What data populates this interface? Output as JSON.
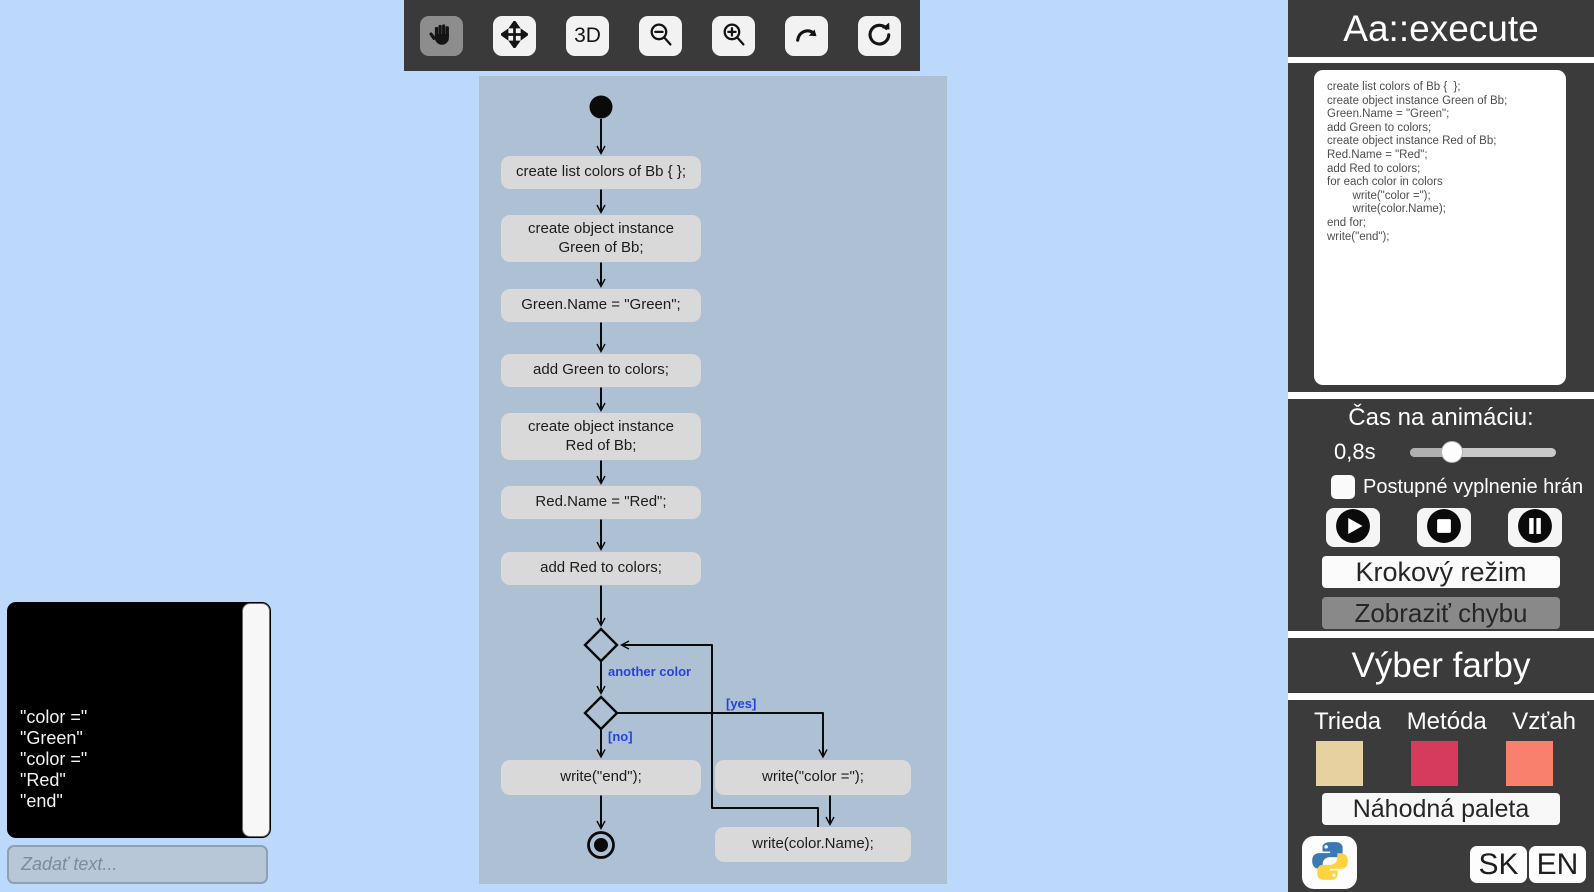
{
  "toolbar": {
    "buttons": [
      {
        "name": "pan",
        "icon": "hand-icon",
        "active": true
      },
      {
        "name": "move",
        "icon": "move-icon",
        "active": false
      },
      {
        "name": "view-3d",
        "label": "3D",
        "active": false
      },
      {
        "name": "zoom-out",
        "icon": "zoom-out-icon",
        "active": false
      },
      {
        "name": "zoom-in",
        "icon": "zoom-in-icon",
        "active": false
      },
      {
        "name": "redo",
        "icon": "redo-arrow-icon",
        "active": false
      },
      {
        "name": "reset",
        "icon": "refresh-icon",
        "active": false
      }
    ]
  },
  "diagram": {
    "nodes": {
      "create_list": "create list colors of Bb {  };",
      "create_green": "create object instance\nGreen of Bb;",
      "green_name": "Green.Name = \"Green\";",
      "add_green": "add Green to colors;",
      "create_red": "create object instance\nRed of Bb;",
      "red_name": "Red.Name = \"Red\";",
      "add_red": "add Red to colors;",
      "write_end": "write(\"end\");",
      "write_color": "write(\"color =\");",
      "write_name": "write(color.Name);"
    },
    "edge_labels": {
      "loop": "another color",
      "yes": "[yes]",
      "no": "[no]"
    },
    "edge_label_color": "#2742db"
  },
  "console": {
    "lines": [
      "\"color =\"",
      "\"Green\"",
      "\"color =\"",
      "\"Red\"",
      "\"end\""
    ],
    "input_placeholder": "Zadať text..."
  },
  "sidebar": {
    "title": "Aa::execute",
    "code": "create list colors of Bb {  };\ncreate object instance Green of Bb;\nGreen.Name = \"Green\";\nadd Green to colors;\ncreate object instance Red of Bb;\nRed.Name = \"Red\";\nadd Red to colors;\nfor each color in colors\n        write(\"color =\");\n        write(color.Name);\nend for;\nwrite(\"end\");",
    "animation": {
      "heading": "Čas na animáciu:",
      "time_value": "0,8s",
      "slider_percent": 29,
      "checkbox_label": "Postupné vyplnenie hrán",
      "checkbox_checked": false,
      "step_mode_button": "Krokový režim",
      "show_error_button": "Zobraziť chybu"
    },
    "color_picker": {
      "heading": "Výber farby",
      "labels": [
        "Trieda",
        "Metóda",
        "Vzťah"
      ],
      "swatch_colors": [
        "#e5d2a0",
        "#d63b5e",
        "#f9806c"
      ],
      "random_palette_button": "Náhodná paleta"
    },
    "language": {
      "sk": "SK",
      "en": "EN"
    }
  }
}
